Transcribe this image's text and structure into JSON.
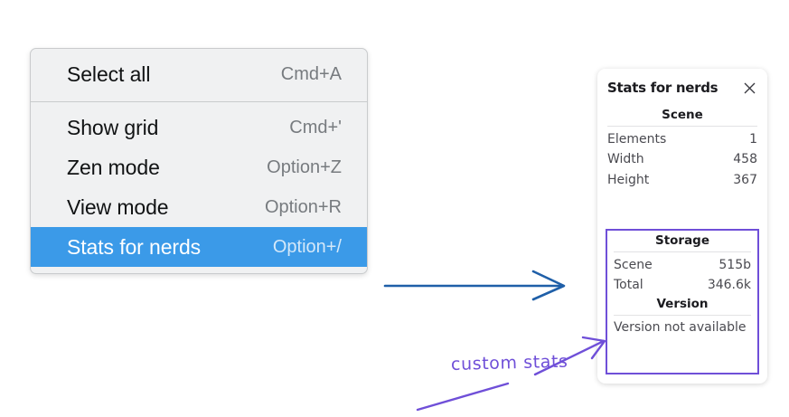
{
  "context_menu": {
    "groups": [
      {
        "items": [
          {
            "label": "Select all",
            "shortcut": "Cmd+A",
            "selected": false
          }
        ]
      },
      {
        "items": [
          {
            "label": "Show grid",
            "shortcut": "Cmd+'",
            "selected": false
          },
          {
            "label": "Zen mode",
            "shortcut": "Option+Z",
            "selected": false
          },
          {
            "label": "View mode",
            "shortcut": "Option+R",
            "selected": false
          },
          {
            "label": "Stats for nerds",
            "shortcut": "Option+/",
            "selected": true
          }
        ]
      }
    ],
    "highlight_color": "#3b9ae8",
    "background_color": "#f0f1f2"
  },
  "stats_panel": {
    "title": "Stats for nerds",
    "close_icon": "close-icon",
    "sections": {
      "scene": {
        "heading": "Scene",
        "rows": [
          {
            "key": "Elements",
            "value": "1"
          },
          {
            "key": "Width",
            "value": "458"
          },
          {
            "key": "Height",
            "value": "367"
          }
        ]
      },
      "storage": {
        "heading": "Storage",
        "rows": [
          {
            "key": "Scene",
            "value": "515b"
          },
          {
            "key": "Total",
            "value": "346.6k"
          }
        ]
      },
      "version": {
        "heading": "Version",
        "text": "Version not available"
      }
    },
    "highlight_border_color": "#6f4fd8"
  },
  "annotations": {
    "handwritten_label": "custom stats",
    "blue_arrow_color": "#1f5fa8",
    "purple_arrow_color": "#6f4fd8"
  }
}
